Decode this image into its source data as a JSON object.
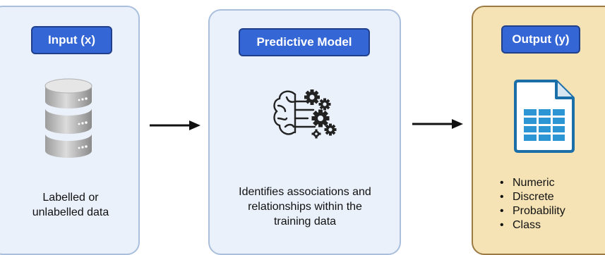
{
  "input": {
    "title": "Input (x)",
    "caption_line1": "Labelled or",
    "caption_line2": "unlabelled data"
  },
  "model": {
    "title": "Predictive Model",
    "caption_line1": "Identifies associations and",
    "caption_line2": "relationships within the",
    "caption_line3": "training data"
  },
  "output": {
    "title": "Output (y)",
    "items": [
      "Numeric",
      "Discrete",
      "Probability",
      "Class"
    ]
  },
  "icons": {
    "input": "database-icon",
    "model": "brain-gears-icon",
    "output": "spreadsheet-file-icon",
    "arrows": "right-arrow-icon"
  },
  "colors": {
    "panel_blue": "#eaf1fb",
    "panel_gold": "#f5e3b5",
    "pill": "#3566d6"
  }
}
